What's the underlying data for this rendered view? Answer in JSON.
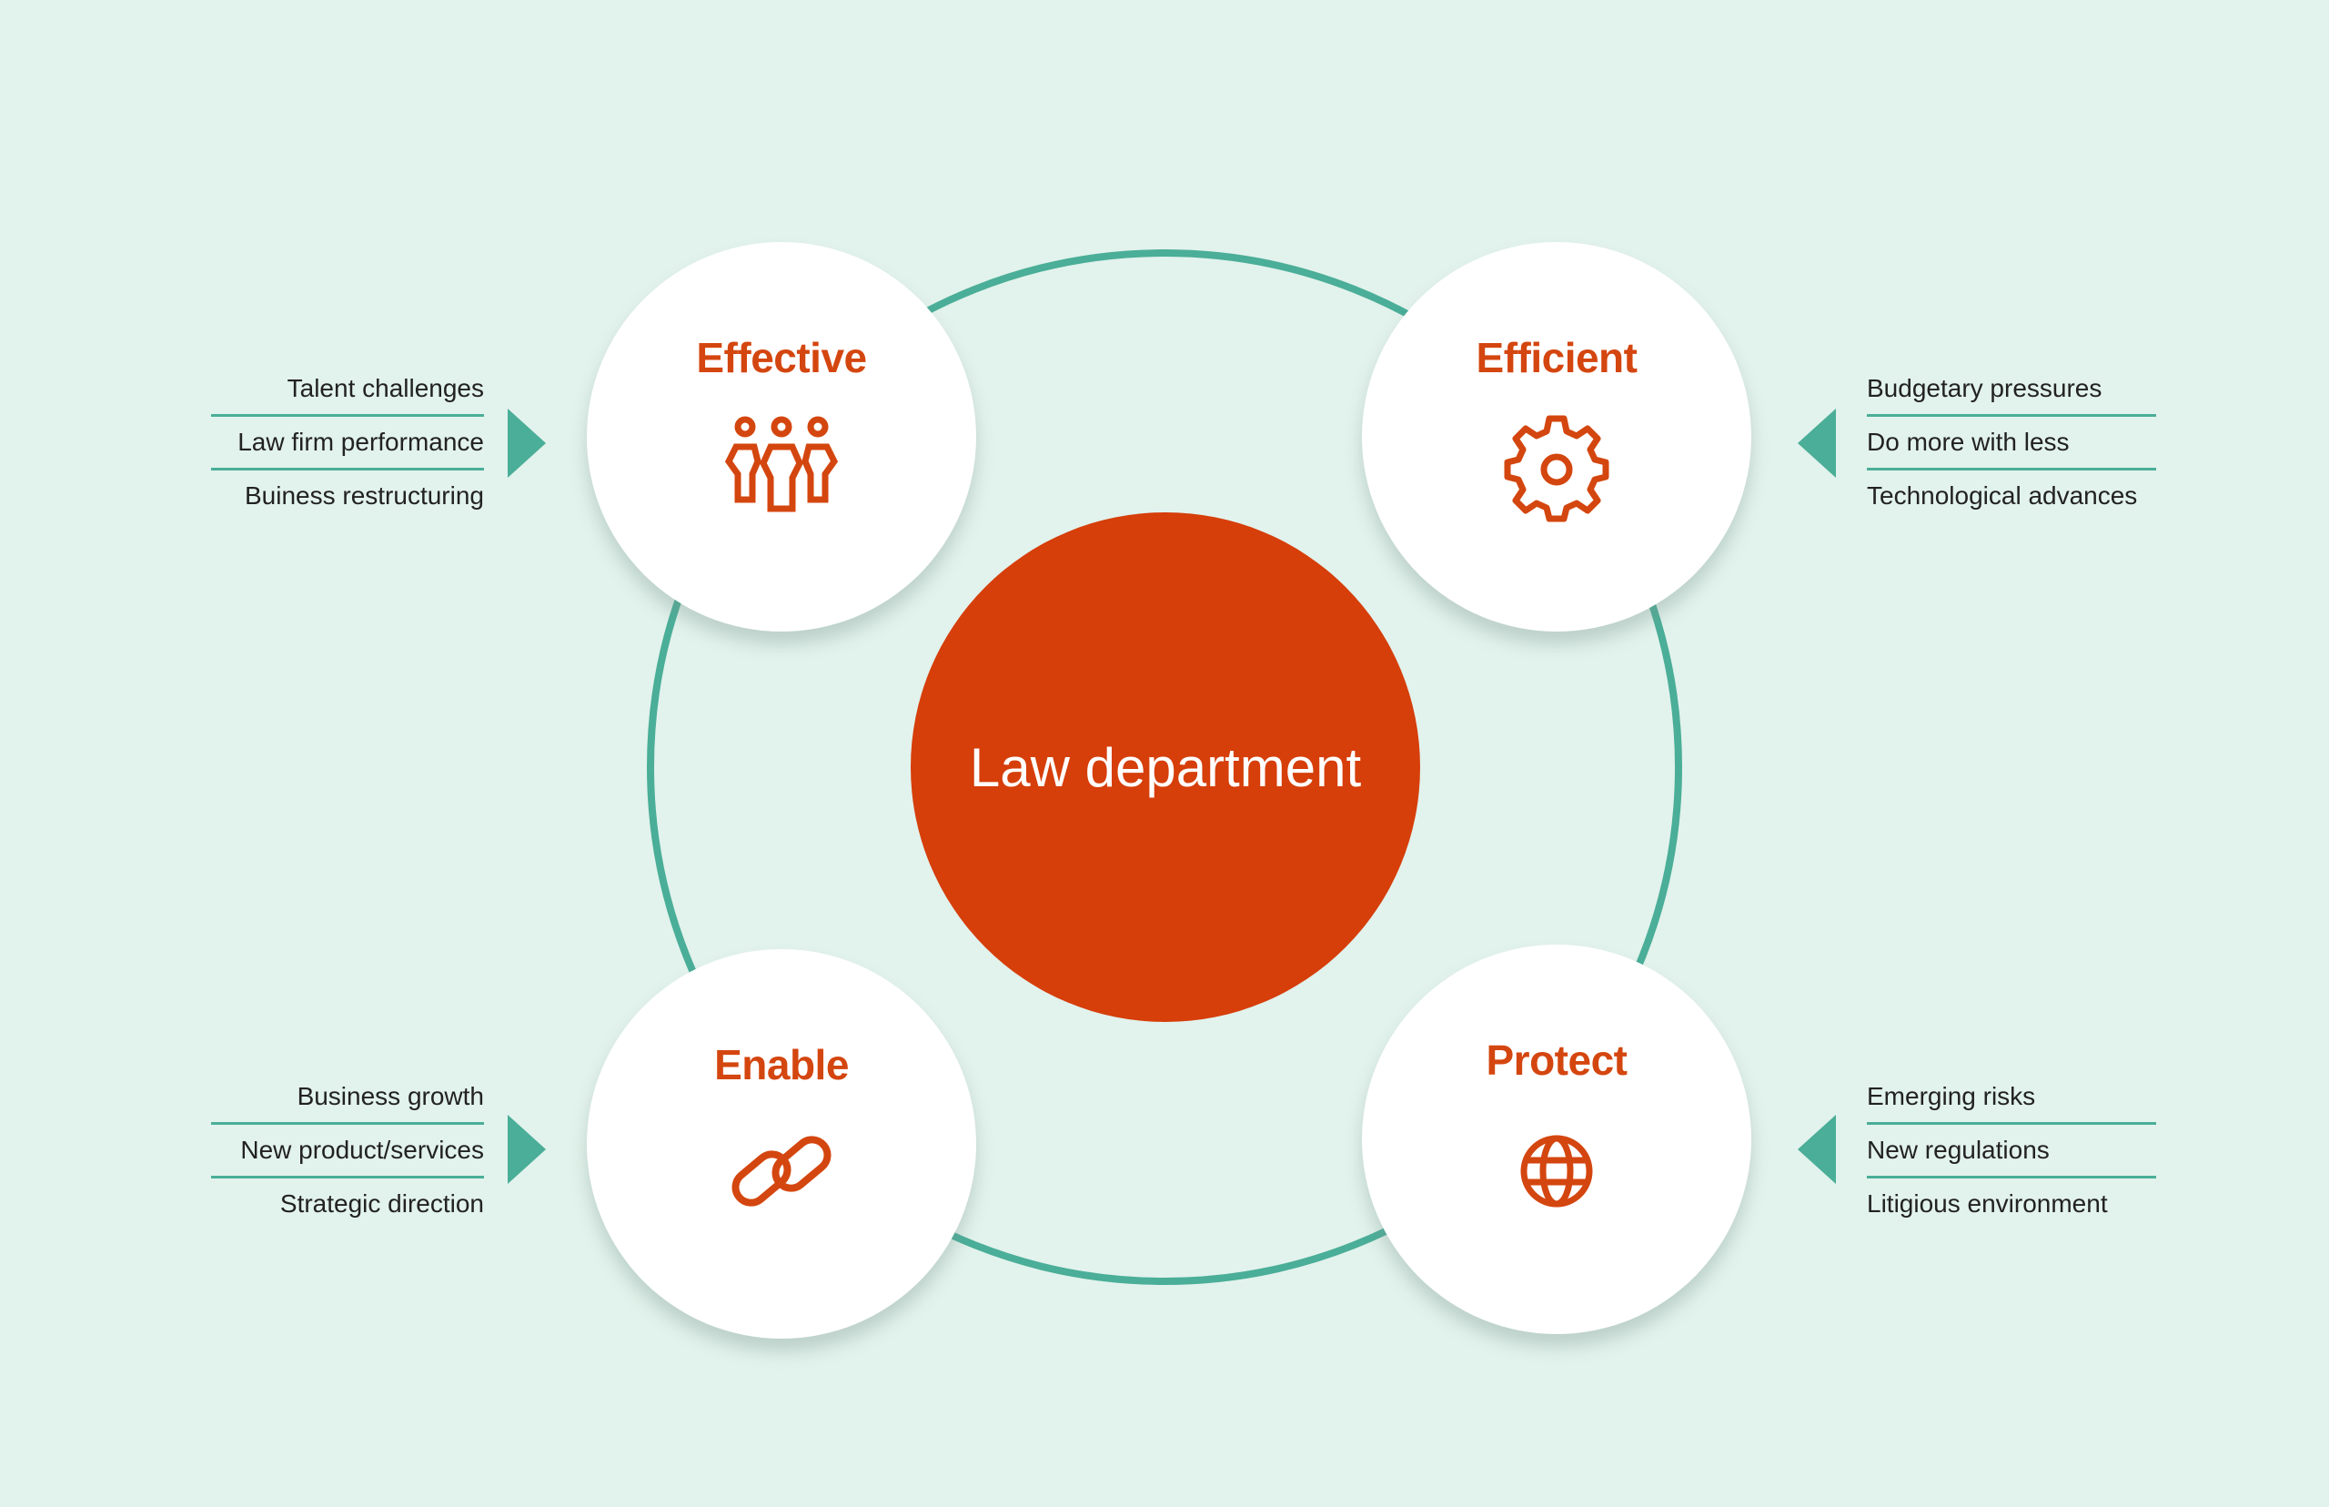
{
  "center": {
    "label": "Law department"
  },
  "nodes": {
    "effective": {
      "title": "Effective",
      "icon": "people-icon",
      "drivers": [
        "Talent challenges",
        "Law firm performance",
        "Buiness restructuring"
      ]
    },
    "efficient": {
      "title": "Efficient",
      "icon": "gear-icon",
      "drivers": [
        "Budgetary pressures",
        "Do more with less",
        "Technological advances"
      ]
    },
    "enable": {
      "title": "Enable",
      "icon": "link-icon",
      "drivers": [
        "Business growth",
        "New product/services",
        "Strategic direction"
      ]
    },
    "protect": {
      "title": "Protect",
      "icon": "globe-icon",
      "drivers": [
        "Emerging risks",
        "New regulations",
        "Litigious environment"
      ]
    }
  },
  "colors": {
    "background": "#e2f2ec",
    "accent": "#d63e0a",
    "teal": "#4aae98"
  }
}
